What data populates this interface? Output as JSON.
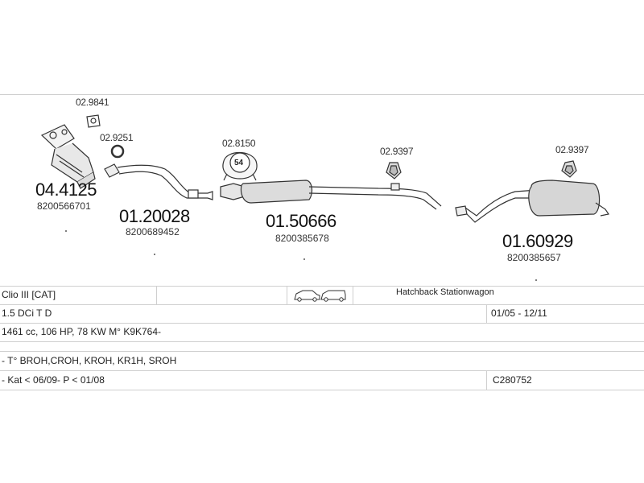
{
  "parts": [
    {
      "id": "catalyst",
      "ref": "04.4125",
      "oem": "8200566701"
    },
    {
      "id": "front-pipe",
      "ref": "01.20028",
      "oem": "8200689452"
    },
    {
      "id": "centre-silencer",
      "ref": "01.50666",
      "oem": "8200385678"
    },
    {
      "id": "rear-silencer",
      "ref": "01.60929",
      "oem": "8200385657"
    }
  ],
  "accessories": {
    "gasket_top": "02.9841",
    "ring": "02.9251",
    "clamp": "02.8150",
    "clamp_number": "54",
    "hanger_mid": "02.9397",
    "hanger_rear": "02.9397"
  },
  "table": {
    "model": "Clio III  [CAT]",
    "body_types": "Hatchback Stationwagon",
    "engine": "1.5 DCi T D",
    "period": "01/05 - 12/11",
    "spec": "1461 cc, 106 HP, 78 KW M° K9K764-",
    "type_codes": "- T° BROH,CROH, KROH, KR1H, SROH",
    "notes": "- Kat < 06/09- P < 01/08",
    "catalog_code": "C280752"
  },
  "icons": [
    "hatchback-car-icon",
    "stationwagon-car-icon"
  ]
}
